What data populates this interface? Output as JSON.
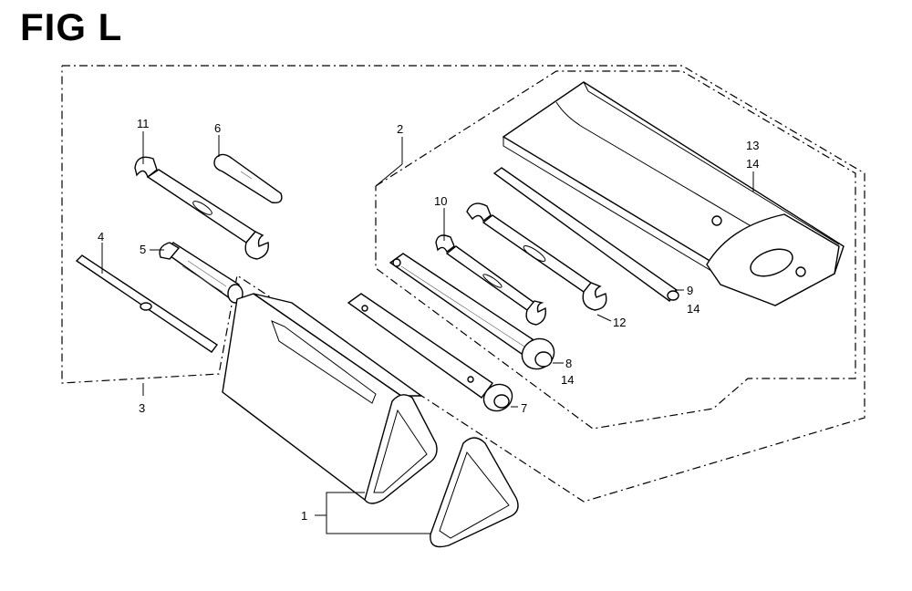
{
  "figure": {
    "title": "FIG L"
  },
  "callouts": {
    "c1": "1",
    "c2": "2",
    "c3": "3",
    "c4": "4",
    "c5": "5",
    "c6": "6",
    "c7": "7",
    "c8": "8",
    "c8b": "14",
    "c9": "9",
    "c9b": "14",
    "c10": "10",
    "c11": "11",
    "c12": "12",
    "c13": "13",
    "c13b": "14"
  }
}
